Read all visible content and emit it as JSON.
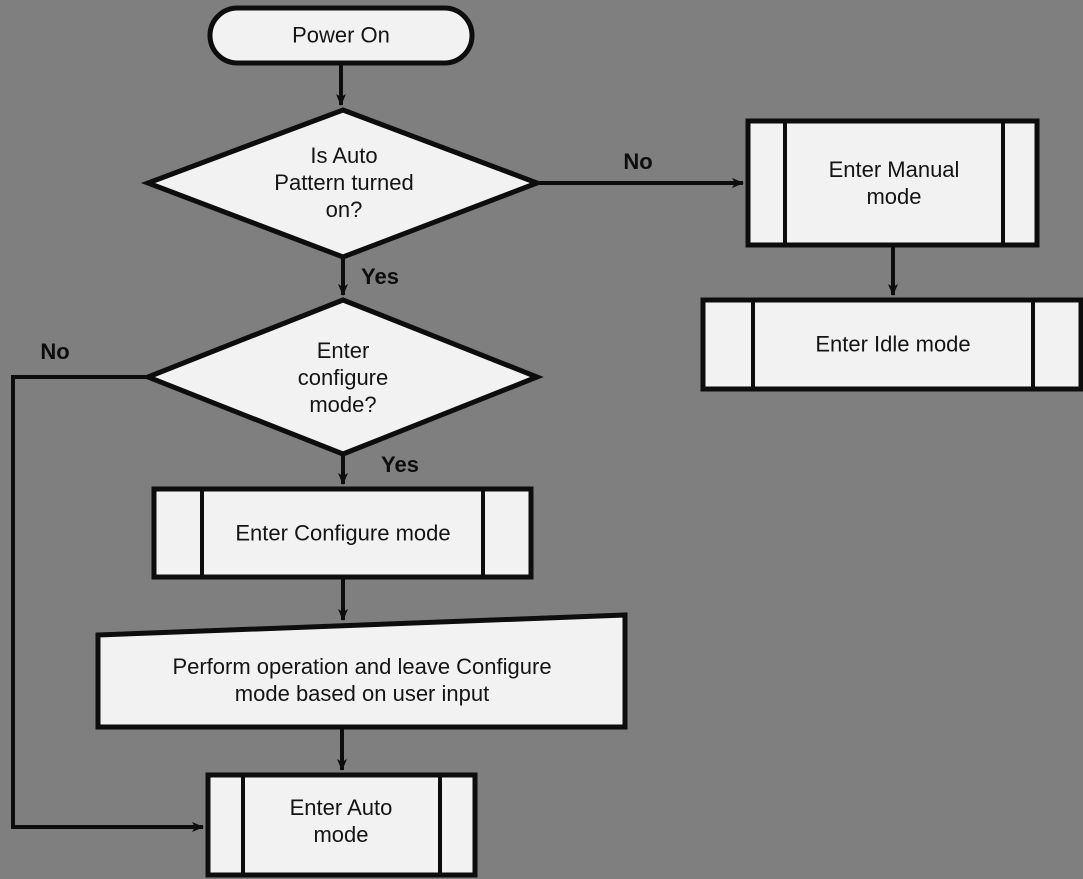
{
  "palette": {
    "background": "#7f7f7f",
    "node_fill": "#f2f2f2",
    "stroke": "#0d0d0d",
    "text": "#141414"
  },
  "nodes": {
    "power_on": {
      "type": "terminator",
      "label": "Power On"
    },
    "auto_pattern_decision": {
      "type": "decision",
      "label": [
        "Is Auto",
        "Pattern turned",
        "on?"
      ]
    },
    "manual_mode": {
      "type": "predefined-process",
      "label": [
        "Enter Manual",
        "mode"
      ]
    },
    "idle_mode": {
      "type": "predefined-process",
      "label": "Enter Idle mode"
    },
    "configure_decision": {
      "type": "decision",
      "label": [
        "Enter",
        "configure",
        "mode?"
      ]
    },
    "configure_mode": {
      "type": "predefined-process",
      "label": "Enter Configure mode"
    },
    "perform_operation": {
      "type": "manual-operation",
      "label": [
        "Perform operation and leave Configure",
        "mode based on user input"
      ]
    },
    "auto_mode": {
      "type": "predefined-process",
      "label": [
        "Enter Auto",
        "mode"
      ]
    }
  },
  "edge_labels": {
    "auto_pattern_no": "No",
    "auto_pattern_yes": "Yes",
    "configure_yes": "Yes",
    "configure_no": "No"
  }
}
